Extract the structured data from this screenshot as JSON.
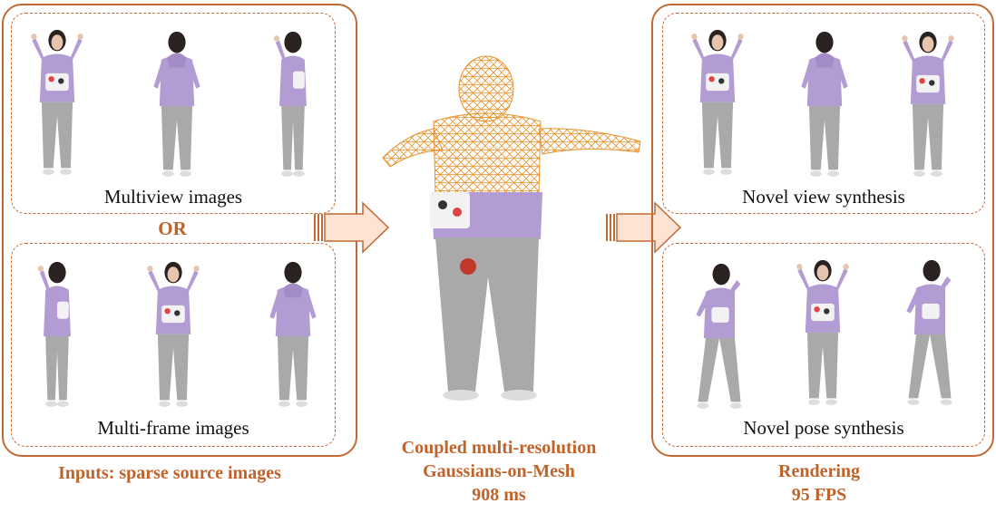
{
  "colors": {
    "accent": "#c06a35",
    "arrow_fill": "#fde3d4",
    "sweater": "#b39bd3",
    "pants": "#a9a9a9",
    "mesh": "#e8932e"
  },
  "left_panel": {
    "multiview_label": "Multiview images",
    "or_label": "OR",
    "multiframe_label": "Multi-frame images",
    "caption": "Inputs: sparse source images"
  },
  "center": {
    "caption_line1": "Coupled multi-resolution",
    "caption_line2": "Gaussians-on-Mesh",
    "caption_line3": "908 ms"
  },
  "right_panel": {
    "novel_view_label": "Novel view synthesis",
    "novel_pose_label": "Novel pose synthesis",
    "caption_line1": "Rendering",
    "caption_line2": "95 FPS"
  }
}
